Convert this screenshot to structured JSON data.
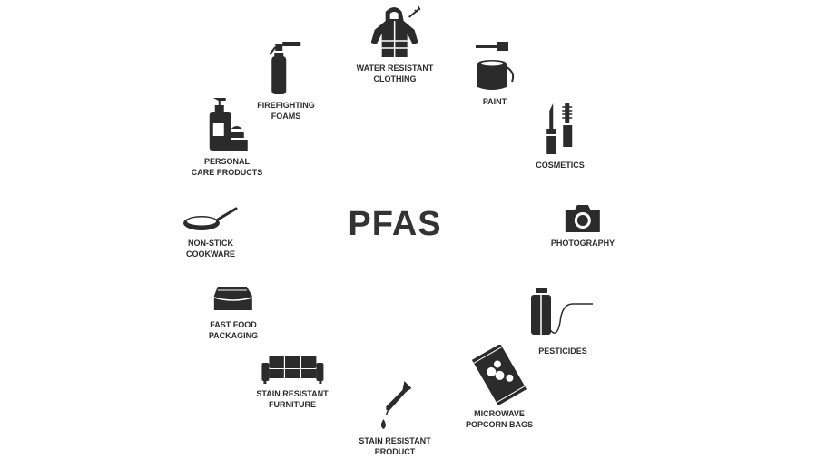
{
  "title": "PFAS",
  "items": [
    {
      "line1": "WATER RESISTANT",
      "line2": "CLOTHING",
      "icon": "jacket-icon"
    },
    {
      "line1": "PAINT",
      "line2": "",
      "icon": "paint-bucket-icon"
    },
    {
      "line1": "COSMETICS",
      "line2": "",
      "icon": "mascara-icon"
    },
    {
      "line1": "PHOTOGRAPHY",
      "line2": "",
      "icon": "camera-icon"
    },
    {
      "line1": "PESTICIDES",
      "line2": "",
      "icon": "sprayer-icon"
    },
    {
      "line1": "MICROWAVE",
      "line2": "POPCORN BAGS",
      "icon": "popcorn-bag-icon"
    },
    {
      "line1": "STAIN RESISTANT",
      "line2": "PRODUCT",
      "icon": "dropper-icon"
    },
    {
      "line1": "STAIN RESISTANT",
      "line2": "FURNITURE",
      "icon": "sofa-icon"
    },
    {
      "line1": "FAST FOOD",
      "line2": "PACKAGING",
      "icon": "food-box-icon"
    },
    {
      "line1": "NON-STICK",
      "line2": "COOKWARE",
      "icon": "frying-pan-icon"
    },
    {
      "line1": "PERSONAL",
      "line2": "CARE PRODUCTS",
      "icon": "lotion-bottle-icon"
    },
    {
      "line1": "FIREFIGHTING",
      "line2": "FOAMS",
      "icon": "fire-extinguisher-icon"
    }
  ]
}
